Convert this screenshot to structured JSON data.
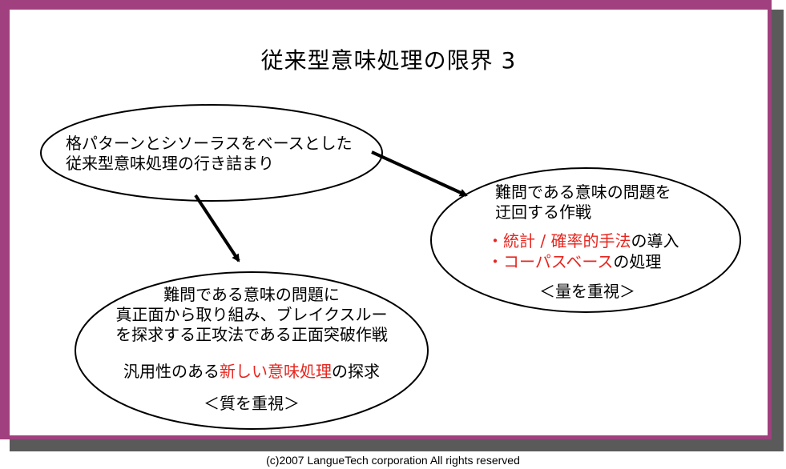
{
  "slide": {
    "title": "従来型意味処理の限界 3",
    "left_top": {
      "line1": "格パターンとシソーラスをベースとした",
      "line2": "従来型意味処理の行き詰まり"
    },
    "right": {
      "line1": "難問である意味の問題を",
      "line2": "迂回する作戦",
      "bullet1_red": "・統計 / 確率的手法",
      "bullet1_rest": "の導入",
      "bullet2_red": "・コーパスベース",
      "bullet2_rest": "の処理",
      "emphasis": "＜量を重視＞"
    },
    "bottom": {
      "line1": "難問である意味の問題に",
      "line2": "真正面から取り組み、ブレイクスルー",
      "line3": "を探求する正攻法である正面突破作戦",
      "line4_pre": "汎用性のある",
      "line4_red": "新しい意味処理",
      "line4_post": "の探求",
      "emphasis": "＜質を重視＞"
    }
  },
  "footer": {
    "copyright": "(c)2007 LangueTech corporation All rights reserved"
  },
  "colors": {
    "frame": "#a0407e",
    "accent_red": "#e6261f"
  }
}
